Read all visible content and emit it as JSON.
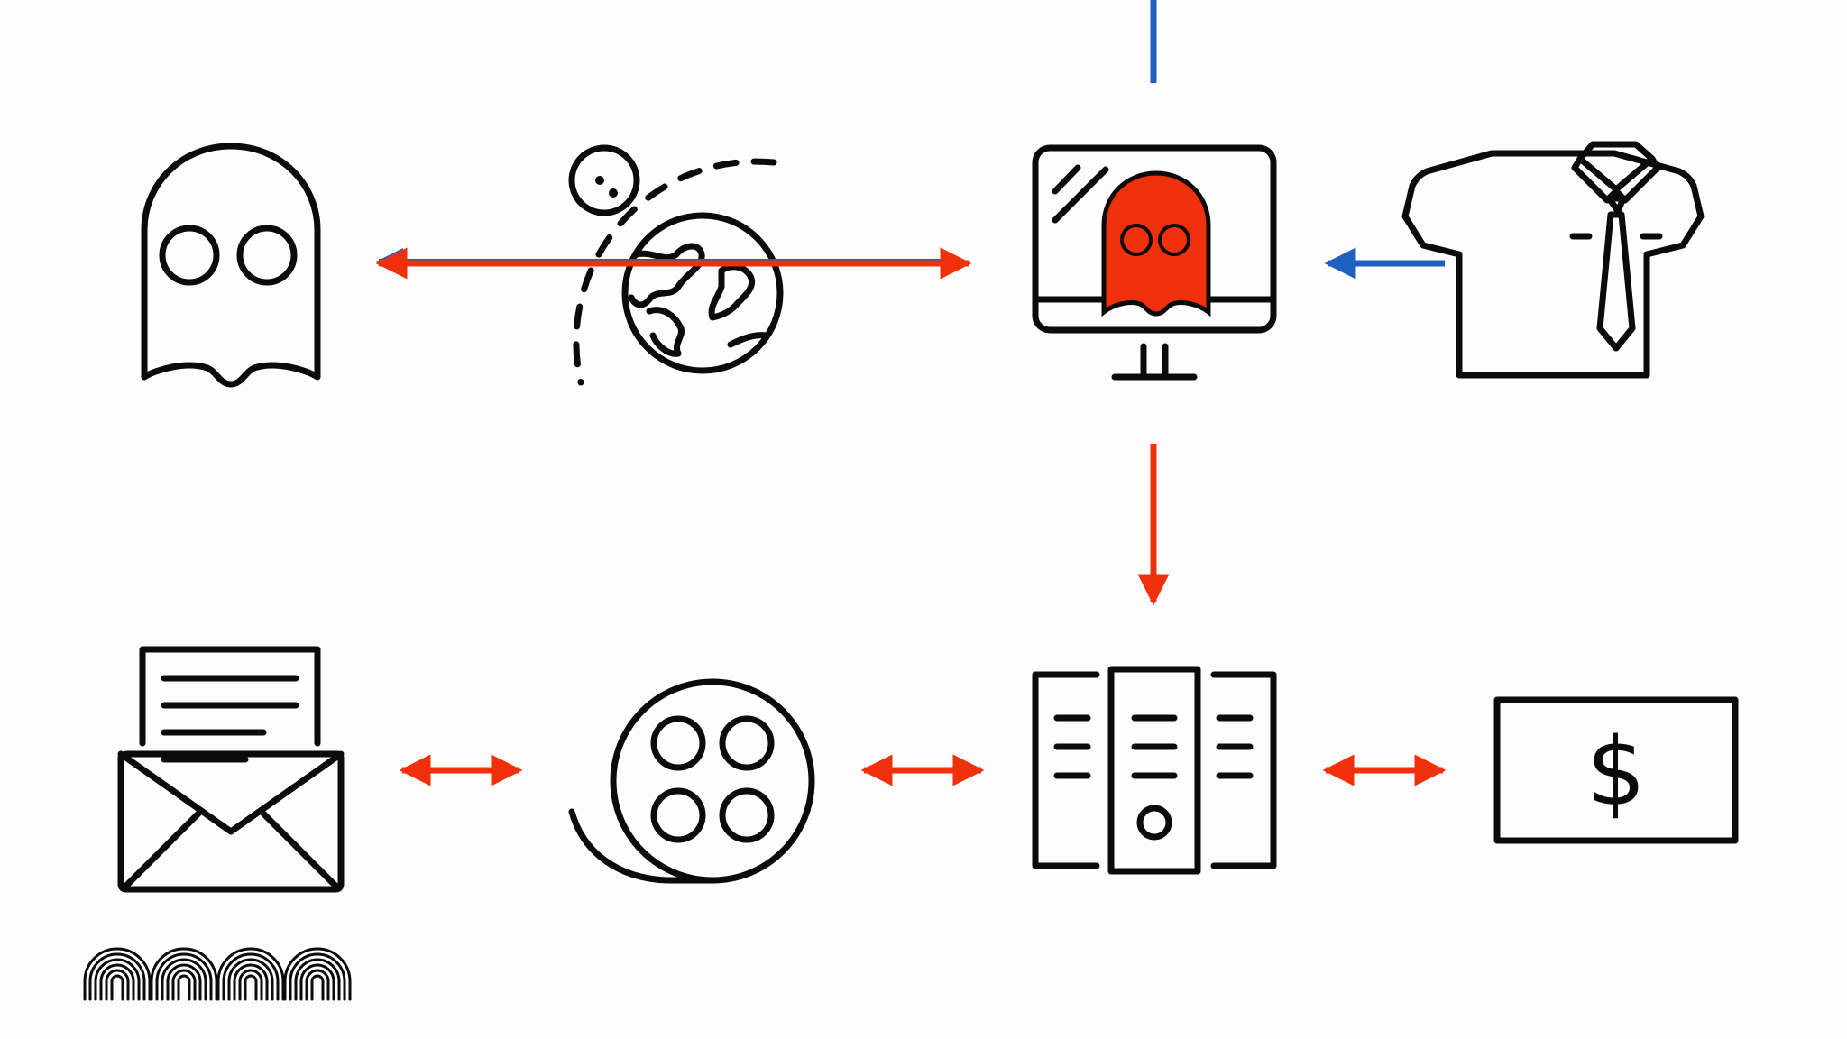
{
  "colors": {
    "background": "#fdfdfd",
    "ink": "#0b0b0b",
    "red": "#f0300a",
    "blue": "#1f5fbf"
  },
  "icons": [
    "ghost-icon",
    "globe-orbit-icon",
    "monitor-with-ghost-icon",
    "shirt-tie-icon",
    "envelope-letter-icon",
    "film-reel-icon",
    "server-rack-icon",
    "dollar-bill-icon",
    "fingerprints-icon"
  ],
  "labels": {
    "currency_symbol": "$"
  },
  "arrows": [
    {
      "from": "monitor-with-ghost-icon",
      "to": "ghost-icon",
      "color": "red",
      "style": "double-headed"
    },
    {
      "from": "monitor-with-ghost-icon",
      "to": "ghost-icon",
      "color": "blue",
      "style": "single"
    },
    {
      "from": "shirt-tie-icon",
      "to": "monitor-with-ghost-icon",
      "color": "blue",
      "style": "single"
    },
    {
      "from": "monitor-with-ghost-icon",
      "to": "server-rack-icon",
      "color": "red",
      "style": "single"
    },
    {
      "from": "envelope-letter-icon",
      "to": "film-reel-icon",
      "color": "red",
      "style": "double-headed"
    },
    {
      "from": "film-reel-icon",
      "to": "server-rack-icon",
      "color": "red",
      "style": "double-headed"
    },
    {
      "from": "server-rack-icon",
      "to": "dollar-bill-icon",
      "color": "red",
      "style": "double-headed"
    }
  ]
}
